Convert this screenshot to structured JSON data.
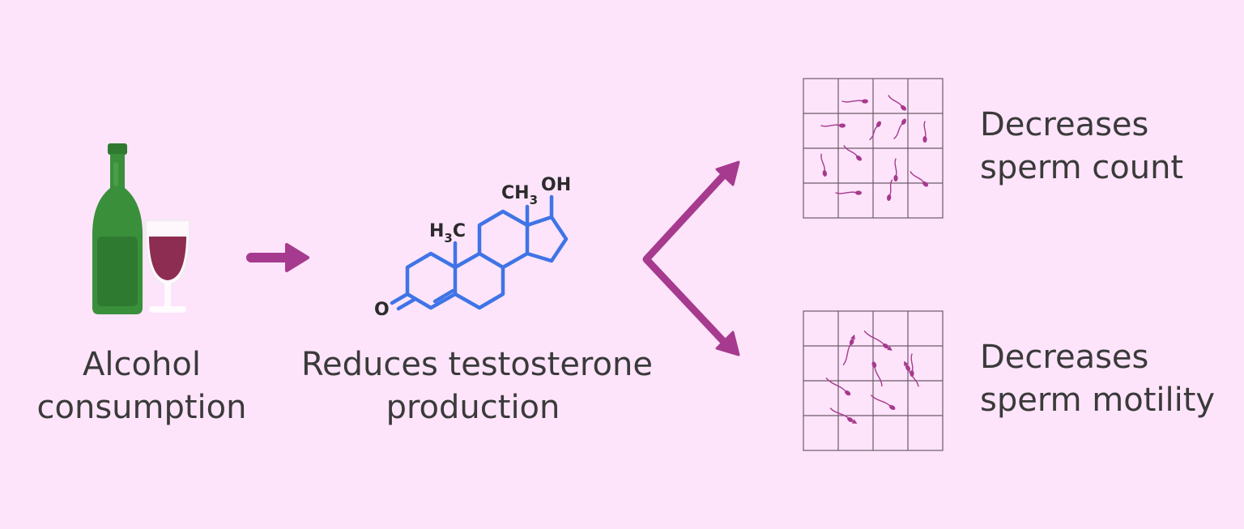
{
  "colors": {
    "background": "#fde4fa",
    "arrow": "#a63a8e",
    "molecule": "#3f74e6",
    "bottle": "#3a8f3b",
    "wine": "#8e2d52",
    "sperm": "#a63a8e",
    "grid": "#6e5a6a",
    "text": "#3a3a3a"
  },
  "steps": {
    "alcohol": {
      "line1": "Alcohol",
      "line2": "consumption",
      "icon": "wine-bottle-and-glass-icon"
    },
    "testosterone": {
      "line1": "Reduces testosterone",
      "line2": "production",
      "icon": "testosterone-molecule-icon"
    }
  },
  "molecule": {
    "methyl_left": {
      "main": "H",
      "sub": "3",
      "tail": "C"
    },
    "methyl_top": {
      "main": "CH",
      "sub": "3"
    },
    "hydroxyl": "OH",
    "oxygen": "O"
  },
  "outcomes": {
    "count": {
      "line1": "Decreases",
      "line2": "sperm count",
      "icon": "sperm-count-grid-icon"
    },
    "motility": {
      "line1": "Decreases",
      "line2": "sperm motility",
      "icon": "sperm-motility-grid-icon"
    }
  }
}
